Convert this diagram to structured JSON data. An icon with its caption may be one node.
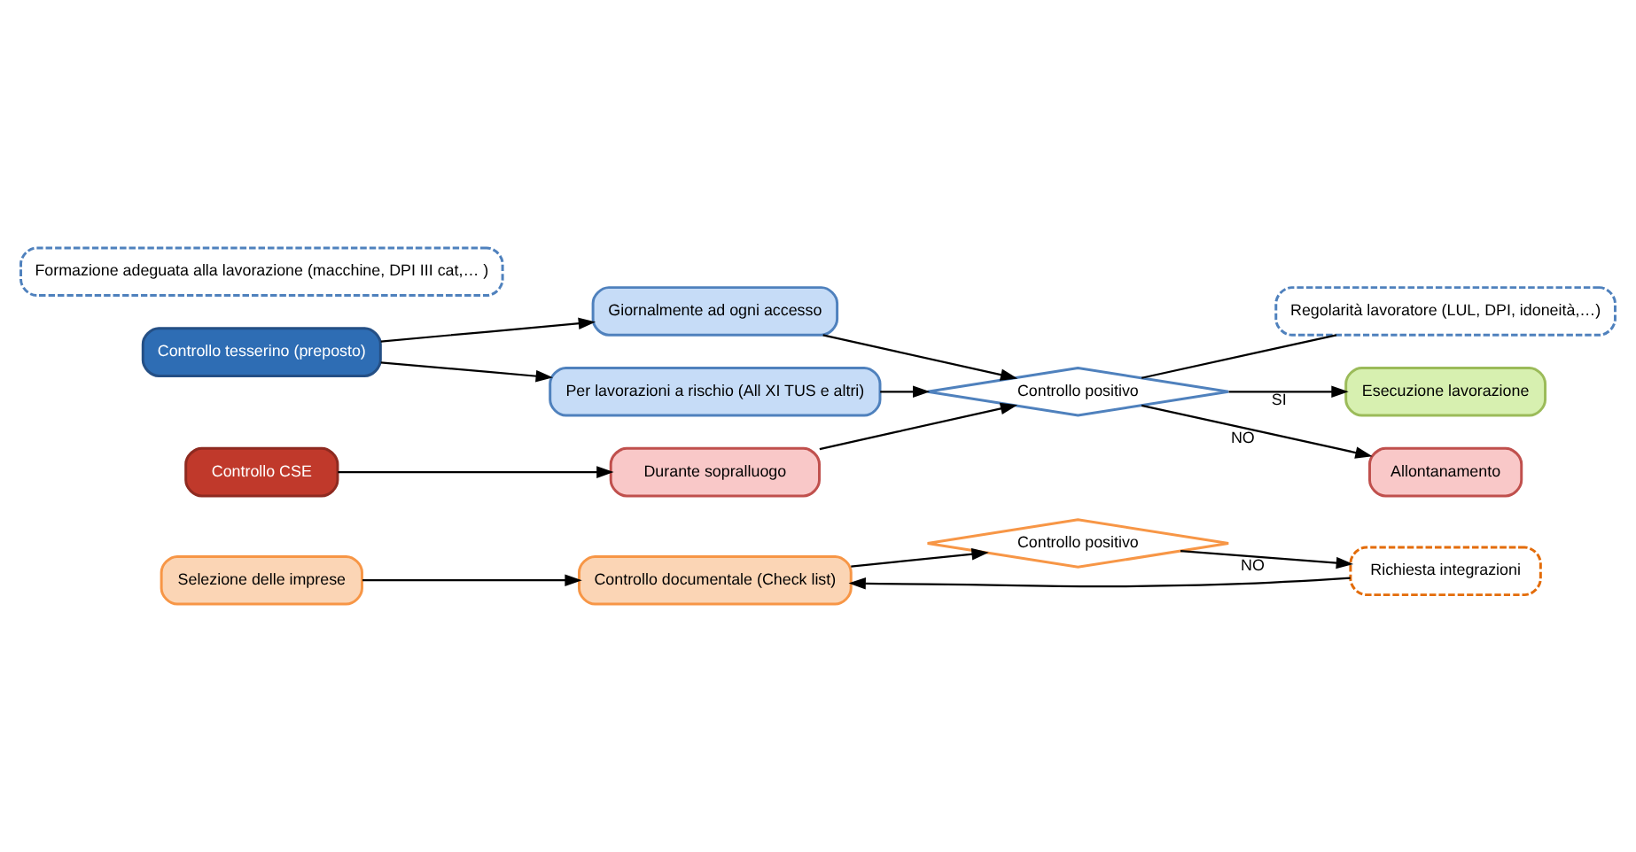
{
  "diagram": {
    "nodes": [
      {
        "text": [
          "Selezione delle imprese"
        ]
      },
      {
        "text": [
          "Controllo documentale (Check list)"
        ]
      },
      {
        "text": [
          "Controllo positivo"
        ]
      },
      {
        "text": [
          "Richiesta integrazioni"
        ]
      },
      {
        "text": [
          "Controllo tesserino (preposto)"
        ]
      },
      {
        "text": [
          "Giornalmente ad ogni accesso"
        ]
      },
      {
        "text": [
          "Per lavorazioni a rischio (All XI TUS e altri)"
        ]
      },
      {
        "text": [
          "Controllo CSE"
        ]
      },
      {
        "text": [
          "Durante sopralluogo"
        ]
      },
      {
        "text": [
          "Controllo positivo"
        ]
      },
      {
        "text": [
          "Regolarità lavoratore (LUL, DPI, idoneità,…)"
        ]
      },
      {
        "text": [
          "Formazione adeguata alla lavorazione (macchine, DPI III cat,… )"
        ]
      },
      {
        "text": [
          "Esecuzione lavorazione"
        ]
      },
      {
        "text": [
          "Allontanamento"
        ]
      }
    ],
    "edges": [
      {
        "from": 0,
        "to": 1,
        "arrow": "to"
      },
      {
        "from": 1,
        "to": 2,
        "arrow": "to"
      },
      {
        "from": 2,
        "to": 3,
        "arrow": "to",
        "label": "NO"
      },
      {
        "from": 3,
        "to": 1,
        "arrow": "to"
      },
      {
        "from": 4,
        "to": 5,
        "arrow": "to"
      },
      {
        "from": 4,
        "to": 6,
        "arrow": "to"
      },
      {
        "from": 5,
        "to": 9,
        "arrow": "to"
      },
      {
        "from": 6,
        "to": 9,
        "arrow": "to"
      },
      {
        "from": 7,
        "to": 8,
        "arrow": "to"
      },
      {
        "from": 8,
        "to": 9,
        "arrow": "to"
      },
      {
        "from": 9,
        "to": 12,
        "arrow": "to",
        "label": "SI"
      },
      {
        "from": 9,
        "to": 13,
        "arrow": "to",
        "label": "NO"
      },
      {
        "from": 9,
        "to": 10,
        "arrow": "none"
      }
    ]
  }
}
